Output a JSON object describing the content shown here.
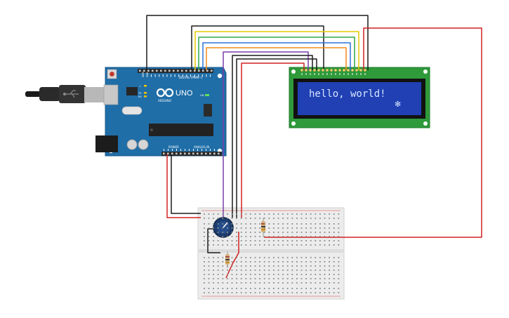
{
  "colors": {
    "arduino_board": "#1f6ea8",
    "lcd_pcb": "#2e9a3a",
    "lcd_screen": "#2040b4",
    "lcd_text": "#d8e4ff",
    "breadboard": "#ececec",
    "wire_red": "#d32020",
    "wire_black": "#1c1c1c",
    "wire_yellow": "#e6c800",
    "wire_green": "#2ea84a",
    "wire_blue": "#2d74d8",
    "wire_orange": "#f08a18",
    "wire_purple": "#7a3ea8"
  },
  "arduino": {
    "brand": "ARDUINO",
    "model": "UNO",
    "digital_header": "DIGITAL (PWM~)",
    "power_header": "POWER",
    "analog_header": "ANALOG IN",
    "led_on": "ON",
    "led_l": "L",
    "led_tx": "TX",
    "led_rx": "RX",
    "aref": "AREF",
    "gnd": "GND"
  },
  "lcd": {
    "line1": "hello, world!",
    "glyph": "✻"
  }
}
